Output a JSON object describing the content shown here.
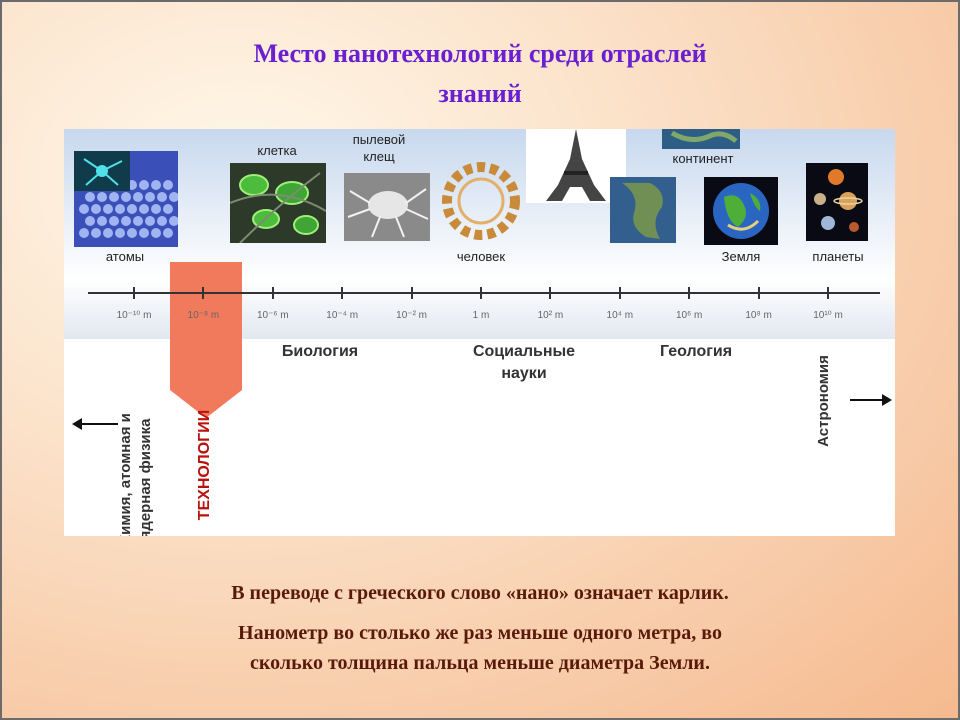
{
  "slide": {
    "title_line1": "Место нанотехнологий среди отраслей",
    "title_line2": "знаний",
    "caption1": "В переводе с греческого слово «нано» означает карлик.",
    "caption2_line1": "Нанометр во столько же раз меньше одного метра, во",
    "caption2_line2": "сколько толщина пальца меньше диаметра Земли."
  },
  "diagram": {
    "objects": {
      "atoms": "атомы",
      "cell": "клетка",
      "mite_line1": "пылевой",
      "mite_line2": "клещ",
      "human": "человек",
      "continent": "континент",
      "earth": "Земля",
      "planets": "планеты"
    },
    "scale_labels": [
      "10⁻¹⁰ m",
      "10⁻⁸ m",
      "10⁻⁶ m",
      "10⁻⁴ m",
      "10⁻² m",
      "1 m",
      "10² m",
      "10⁴ m",
      "10⁶ m",
      "10⁸ m",
      "10¹⁰ m"
    ],
    "fields": {
      "chem_line1": "Химия, атомная и",
      "chem_line2": "ядерная физика",
      "nano": "ТЕХНОЛОГИИ",
      "biology": "Биология",
      "social_line1": "Социальные",
      "social_line2": "науки",
      "geology": "Геология",
      "astronomy": "Астрономия"
    }
  },
  "colors": {
    "title": "#6a1fd0",
    "caption": "#5a1a0a",
    "nano_band": "#f07a5b",
    "nano_text": "#b8120c"
  }
}
